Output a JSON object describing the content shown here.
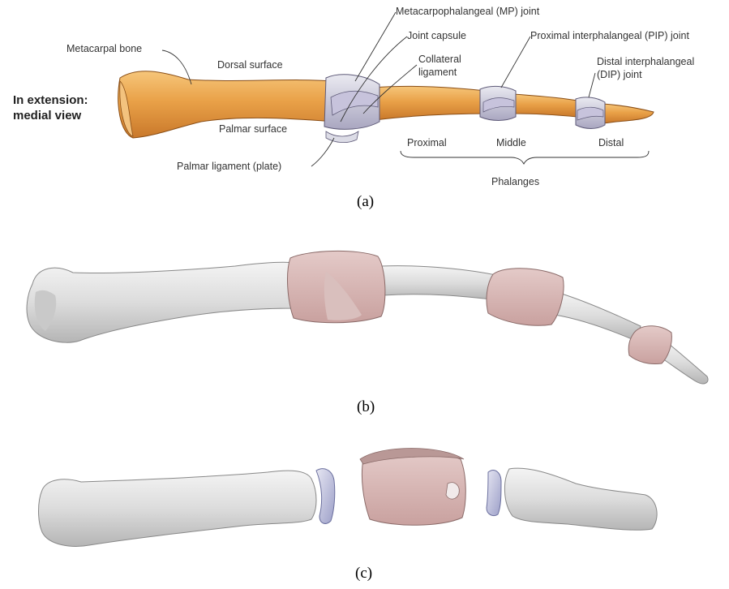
{
  "panel_a": {
    "view_label_line1": "In extension:",
    "view_label_line2": "medial view",
    "labels": {
      "metacarpal_bone": "Metacarpal bone",
      "dorsal_surface": "Dorsal surface",
      "palmar_surface": "Palmar surface",
      "mp_joint": "Metacarpophalangeal (MP) joint",
      "joint_capsule": "Joint capsule",
      "collateral_line1": "Collateral",
      "collateral_line2": "ligament",
      "pip_joint": "Proximal interphalangeal (PIP) joint",
      "dip_line1": "Distal interphalangeal",
      "dip_line2": "(DIP) joint",
      "palmar_ligament": "Palmar ligament (plate)",
      "proximal": "Proximal",
      "middle": "Middle",
      "distal": "Distal",
      "phalanges": "Phalanges"
    },
    "caption": "(a)"
  },
  "panel_b": {
    "caption": "(b)"
  },
  "panel_c": {
    "caption": "(c)"
  },
  "colors": {
    "bone_orange": "#e59a3a",
    "bone_gray": "#d9d9d9",
    "capsule_pink": "#d6b5b3",
    "ligament_blue": "#b9bce0",
    "ligament_purple": "#c9c3d8"
  }
}
